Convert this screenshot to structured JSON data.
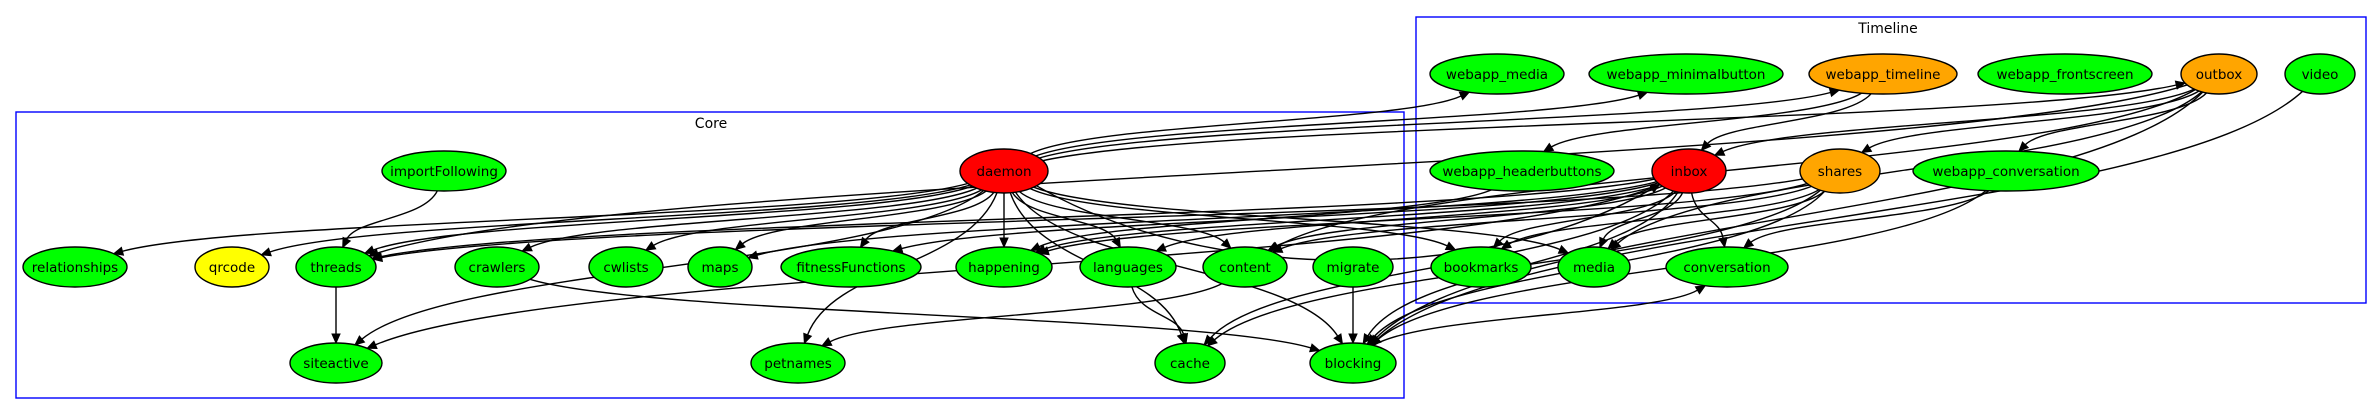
{
  "colors": {
    "cluster_border": "#0000ff",
    "node_green": "#00ff00",
    "node_red": "#ff0000",
    "node_orange": "#ffa500",
    "node_yellow": "#ffff00",
    "edge": "#000000"
  },
  "clusters": [
    {
      "id": "core",
      "label": "Core"
    },
    {
      "id": "timeline",
      "label": "Timeline"
    }
  ],
  "nodes": [
    {
      "id": "importFollowing",
      "label": "importFollowing",
      "fill": "green"
    },
    {
      "id": "daemon",
      "label": "daemon",
      "fill": "red"
    },
    {
      "id": "relationships",
      "label": "relationships",
      "fill": "green"
    },
    {
      "id": "qrcode",
      "label": "qrcode",
      "fill": "yellow"
    },
    {
      "id": "threads",
      "label": "threads",
      "fill": "green"
    },
    {
      "id": "crawlers",
      "label": "crawlers",
      "fill": "green"
    },
    {
      "id": "cwlists",
      "label": "cwlists",
      "fill": "green"
    },
    {
      "id": "maps",
      "label": "maps",
      "fill": "green"
    },
    {
      "id": "fitnessFunctions",
      "label": "fitnessFunctions",
      "fill": "green"
    },
    {
      "id": "happening",
      "label": "happening",
      "fill": "green"
    },
    {
      "id": "languages",
      "label": "languages",
      "fill": "green"
    },
    {
      "id": "content",
      "label": "content",
      "fill": "green"
    },
    {
      "id": "migrate",
      "label": "migrate",
      "fill": "green"
    },
    {
      "id": "siteactive",
      "label": "siteactive",
      "fill": "green"
    },
    {
      "id": "petnames",
      "label": "petnames",
      "fill": "green"
    },
    {
      "id": "cache",
      "label": "cache",
      "fill": "green"
    },
    {
      "id": "blocking",
      "label": "blocking",
      "fill": "green"
    },
    {
      "id": "webapp_media",
      "label": "webapp_media",
      "fill": "green"
    },
    {
      "id": "webapp_minimalbutton",
      "label": "webapp_minimalbutton",
      "fill": "green"
    },
    {
      "id": "webapp_timeline",
      "label": "webapp_timeline",
      "fill": "orange"
    },
    {
      "id": "webapp_frontscreen",
      "label": "webapp_frontscreen",
      "fill": "green"
    },
    {
      "id": "outbox",
      "label": "outbox",
      "fill": "orange"
    },
    {
      "id": "video",
      "label": "video",
      "fill": "green"
    },
    {
      "id": "webapp_headerbuttons",
      "label": "webapp_headerbuttons",
      "fill": "green"
    },
    {
      "id": "inbox",
      "label": "inbox",
      "fill": "red"
    },
    {
      "id": "shares",
      "label": "shares",
      "fill": "orange"
    },
    {
      "id": "webapp_conversation",
      "label": "webapp_conversation",
      "fill": "green"
    },
    {
      "id": "bookmarks",
      "label": "bookmarks",
      "fill": "green"
    },
    {
      "id": "media",
      "label": "media",
      "fill": "green"
    },
    {
      "id": "conversation",
      "label": "conversation",
      "fill": "green"
    }
  ],
  "edges": [
    [
      "importFollowing",
      "threads"
    ],
    [
      "daemon",
      "relationships"
    ],
    [
      "daemon",
      "qrcode"
    ],
    [
      "daemon",
      "threads"
    ],
    [
      "daemon",
      "crawlers"
    ],
    [
      "daemon",
      "cwlists"
    ],
    [
      "daemon",
      "maps"
    ],
    [
      "daemon",
      "fitnessFunctions"
    ],
    [
      "daemon",
      "happening"
    ],
    [
      "daemon",
      "languages"
    ],
    [
      "daemon",
      "content"
    ],
    [
      "daemon",
      "siteactive"
    ],
    [
      "daemon",
      "petnames"
    ],
    [
      "daemon",
      "cache"
    ],
    [
      "daemon",
      "blocking"
    ],
    [
      "daemon",
      "bookmarks"
    ],
    [
      "daemon",
      "media"
    ],
    [
      "daemon",
      "webapp_media"
    ],
    [
      "daemon",
      "webapp_minimalbutton"
    ],
    [
      "daemon",
      "webapp_timeline"
    ],
    [
      "daemon",
      "outbox"
    ],
    [
      "daemon",
      "inbox"
    ],
    [
      "threads",
      "siteactive"
    ],
    [
      "crawlers",
      "blocking"
    ],
    [
      "languages",
      "cache"
    ],
    [
      "content",
      "petnames"
    ],
    [
      "migrate",
      "blocking"
    ],
    [
      "webapp_timeline",
      "inbox"
    ],
    [
      "webapp_timeline",
      "webapp_headerbuttons"
    ],
    [
      "outbox",
      "threads"
    ],
    [
      "outbox",
      "inbox"
    ],
    [
      "outbox",
      "shares"
    ],
    [
      "outbox",
      "webapp_conversation"
    ],
    [
      "outbox",
      "content"
    ],
    [
      "outbox",
      "media"
    ],
    [
      "outbox",
      "blocking"
    ],
    [
      "video",
      "blocking"
    ],
    [
      "webapp_headerbuttons",
      "happening"
    ],
    [
      "inbox",
      "threads"
    ],
    [
      "inbox",
      "maps"
    ],
    [
      "inbox",
      "fitnessFunctions"
    ],
    [
      "inbox",
      "happening"
    ],
    [
      "inbox",
      "languages"
    ],
    [
      "inbox",
      "content"
    ],
    [
      "inbox",
      "bookmarks"
    ],
    [
      "inbox",
      "media"
    ],
    [
      "inbox",
      "conversation"
    ],
    [
      "inbox",
      "siteactive"
    ],
    [
      "inbox",
      "cache"
    ],
    [
      "inbox",
      "blocking"
    ],
    [
      "shares",
      "threads"
    ],
    [
      "shares",
      "happening"
    ],
    [
      "shares",
      "content"
    ],
    [
      "shares",
      "bookmarks"
    ],
    [
      "shares",
      "media"
    ],
    [
      "shares",
      "cache"
    ],
    [
      "shares",
      "blocking"
    ],
    [
      "webapp_conversation",
      "conversation"
    ],
    [
      "webapp_conversation",
      "blocking"
    ],
    [
      "blocking",
      "conversation"
    ]
  ]
}
